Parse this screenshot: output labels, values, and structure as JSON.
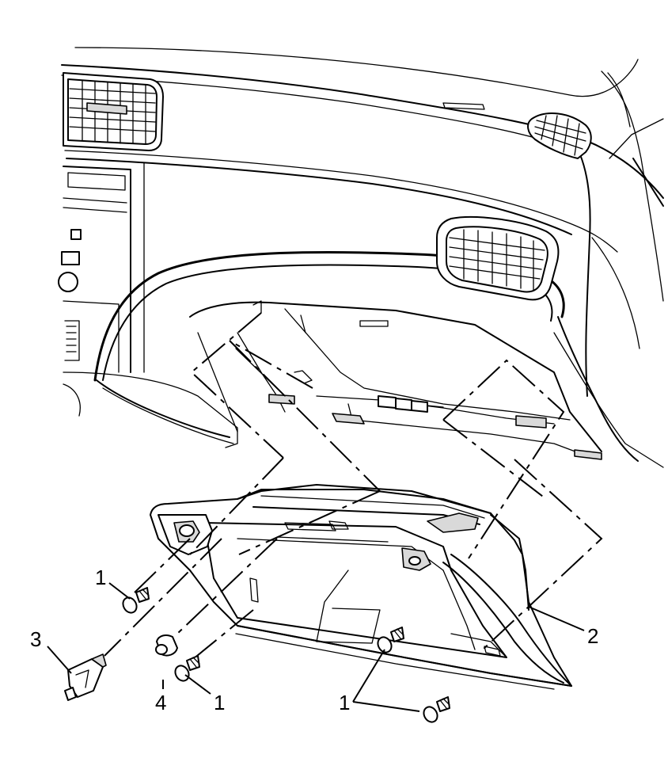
{
  "callouts": {
    "screw_upper_left": "1",
    "glove_box": "2",
    "clip": "3",
    "nut": "4",
    "screw_lower_left": "1",
    "screws_lower_right": "1"
  },
  "colors": {
    "line": "#000000",
    "background": "#ffffff",
    "shade": "#d9d9d9"
  }
}
